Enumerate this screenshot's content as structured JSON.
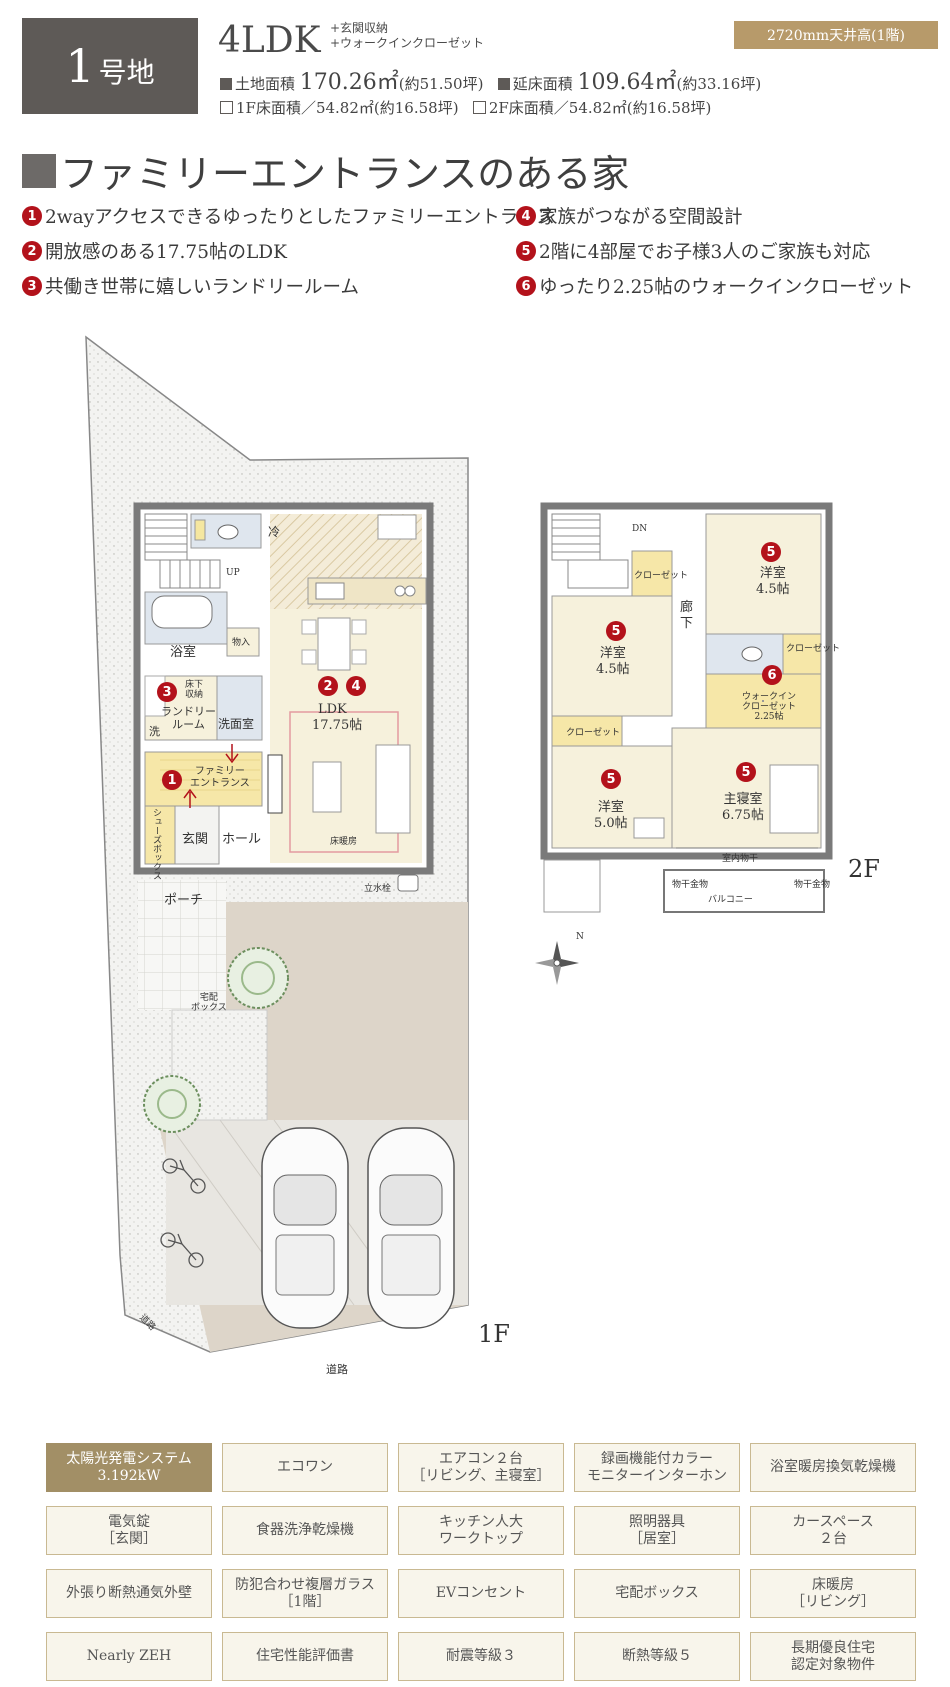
{
  "header": {
    "lot_number": "1",
    "lot_label": "号地",
    "layout": "4LDK",
    "extras": [
      "+玄関収納",
      "+ウォークインクローゼット"
    ],
    "ceiling_badge": "2720mm天井高(1階)",
    "land_area_label": "土地面積",
    "land_area_value": "170.26㎡",
    "land_area_tsubo": "(約51.50坪)",
    "total_area_label": "延床面積",
    "total_area_value": "109.64㎡",
    "total_area_tsubo": "(約33.16坪)",
    "floor1_area": "1F床面積／54.82㎡(約16.58坪)",
    "floor2_area": "2F床面積／54.82㎡(約16.58坪)"
  },
  "title": "ファミリーエントランスのある家",
  "features": [
    {
      "num": "1",
      "text": "2wayアクセスできるゆったりとしたファミリーエントランス"
    },
    {
      "num": "2",
      "text": "開放感のある17.75帖のLDK"
    },
    {
      "num": "3",
      "text": "共働き世帯に嬉しいランドリールーム"
    },
    {
      "num": "4",
      "text": "家族がつながる空間設計"
    },
    {
      "num": "5",
      "text": "2階に4部屋でお子様3人のご家族も対応"
    },
    {
      "num": "6",
      "text": "ゆったり2.25帖のウォークインクローゼット"
    }
  ],
  "plan1f": {
    "floor_label": "1F",
    "ldk": "LDK",
    "ldk_size": "17.75帖",
    "fridge": "冷",
    "up": "UP",
    "bath": "浴室",
    "storage": "物入",
    "underfloor": "床下\n収納",
    "laundry": "ランドリー\nルーム",
    "washer": "洗",
    "washroom": "洗面室",
    "family_entrance": "ファミリー\nエントランス",
    "shoebox": "シューズボックス",
    "entrance": "玄関",
    "hall": "ホール",
    "floor_heating": "床暖房",
    "faucet": "立水栓",
    "porch": "ポーチ",
    "delivery_box": "宅配\nボックス",
    "road_left": "道路",
    "road_bottom": "道路",
    "badge_laundry": "3",
    "badge_family": "1",
    "badge_ldk_a": "2",
    "badge_ldk_b": "4"
  },
  "plan2f": {
    "floor_label": "2F",
    "dn": "DN",
    "closet": "クローゼット",
    "corridor": "廊\n下",
    "room_ne": "洋室\n4.5帖",
    "room_nw": "洋室\n4.5帖",
    "room_sw": "洋室\n5.0帖",
    "master": "主寝室\n6.75帖",
    "wic": "ウォークイン\nクローゼット\n2.25帖",
    "indoor_dry": "室内物干",
    "balcony": "バルコニー",
    "dry_left": "物干金物",
    "dry_right": "物干金物",
    "compass": "N",
    "badge5": "5",
    "badge6": "6"
  },
  "specs": [
    {
      "label": "太陽光発電システム\n3.192kW",
      "active": true
    },
    {
      "label": "エコワン",
      "active": false
    },
    {
      "label": "エアコン２台\n［リビング、主寝室］",
      "active": false
    },
    {
      "label": "録画機能付カラー\nモニターインターホン",
      "active": false
    },
    {
      "label": "浴室暖房換気乾燥機",
      "active": false
    },
    {
      "label": "電気錠\n［玄関］",
      "active": false
    },
    {
      "label": "食器洗浄乾燥機",
      "active": false
    },
    {
      "label": "キッチン人大\nワークトップ",
      "active": false
    },
    {
      "label": "照明器具\n［居室］",
      "active": false
    },
    {
      "label": "カースペース\n２台",
      "active": false
    },
    {
      "label": "外張り断熱通気外壁",
      "active": false
    },
    {
      "label": "防犯合わせ複層ガラス\n［1階］",
      "active": false
    },
    {
      "label": "EVコンセント",
      "active": false
    },
    {
      "label": "宅配ボックス",
      "active": false
    },
    {
      "label": "床暖房\n［リビング］",
      "active": false
    },
    {
      "label": "Nearly ZEH",
      "active": false
    },
    {
      "label": "住宅性能評価書",
      "active": false
    },
    {
      "label": "耐震等級３",
      "active": false
    },
    {
      "label": "断熱等級５",
      "active": false
    },
    {
      "label": "長期優良住宅\n認定対象物件",
      "active": false
    }
  ],
  "colors": {
    "badge_red": "#b3121b",
    "lot_box": "#5e5a57",
    "gold": "#b79a6a",
    "spec_active": "#a28f66",
    "room_fill": "#f6f1dc",
    "wall": "#777777"
  }
}
